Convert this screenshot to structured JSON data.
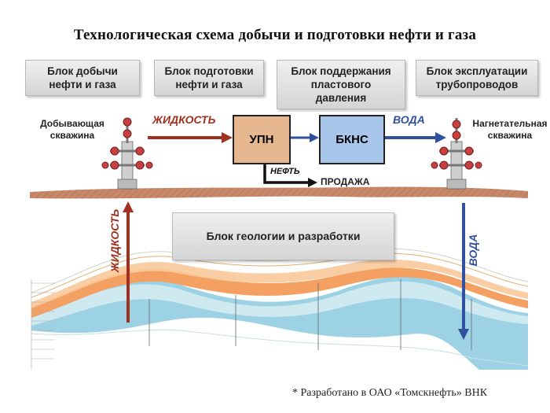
{
  "title": "Технологическая схема добычи и подготовки нефти и газа",
  "blocks": {
    "production": "Блок добычи\nнефти и газа",
    "treatment": "Блок подготовки\nнефти и газа",
    "pressure": "Блок поддержания\nпластового\nдавления",
    "pipelines": "Блок эксплуатации\nтрубопроводов",
    "geology": "Блок геологии и разработки"
  },
  "wells": {
    "producing": "Добывающая\nскважина",
    "injection": "Нагнетательная\nскважина"
  },
  "units": {
    "upn": "УПН",
    "bkns": "БКНС"
  },
  "flows": {
    "liquid_top": "ЖИДКОСТЬ",
    "water_top": "ВОДА",
    "oil": "НЕФТЬ",
    "sale": "ПРОДАЖА",
    "liquid_vertical": "ЖИДКОСТЬ",
    "water_vertical": "ВОДА"
  },
  "colors": {
    "liquid": "#a03020",
    "water": "#3050a0",
    "upn_fill": "#e7b890",
    "bkns_fill": "#a8c6ea",
    "ground": "#c7886a",
    "water_layer": "#9cd2e4",
    "oil_layer": "#f4a063"
  },
  "footnote": "* Разработано в ОАО «Томскнефть» ВНК"
}
